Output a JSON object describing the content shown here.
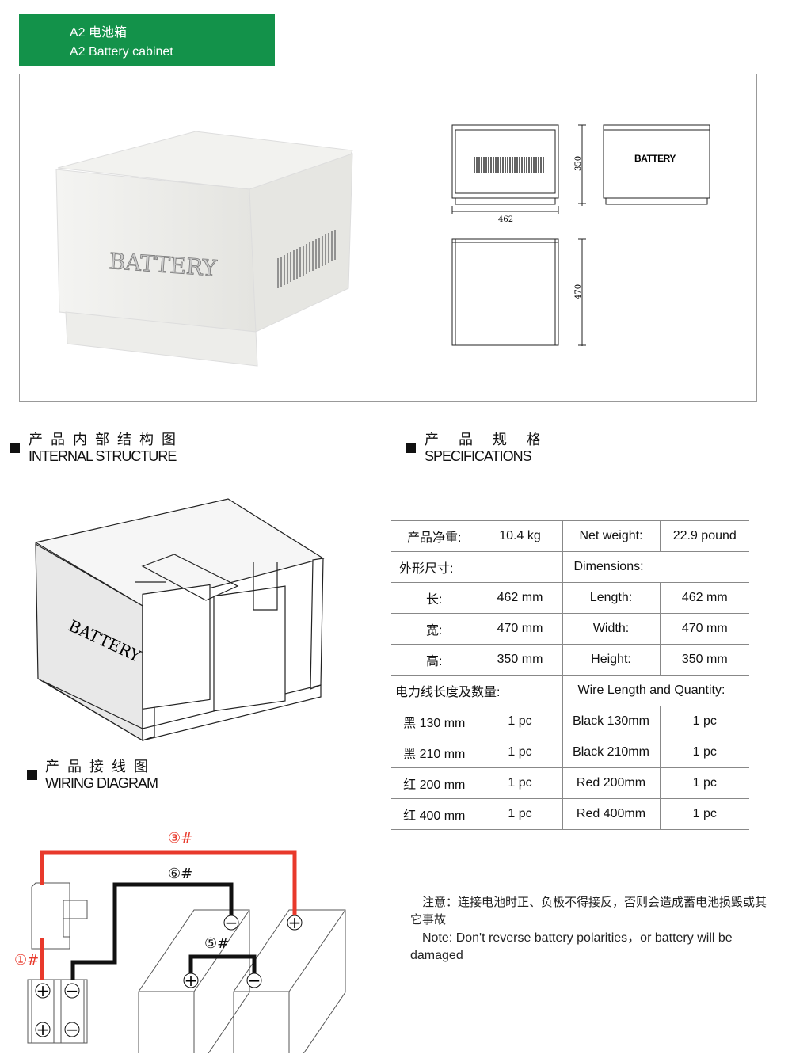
{
  "header": {
    "title_cn": "A2 电池箱",
    "title_en": "A2 Battery cabinet"
  },
  "product": {
    "logo_text": "BATTERY",
    "dims": {
      "length": "462",
      "height": "350",
      "depth": "470"
    }
  },
  "sections": {
    "internal": {
      "cn": "产品内部结构图",
      "en": "INTERNAL STRUCTURE"
    },
    "specs": {
      "cn": "产 品 规 格",
      "en": "SPECIFICATIONS"
    },
    "wiring": {
      "cn": "产品接线图",
      "en": "WIRING DIAGRAM"
    }
  },
  "spec_table": {
    "weight": [
      "产品净重:",
      "10.4 kg",
      "Net weight:",
      "22.9 pound"
    ],
    "dimensions": [
      "外形尺寸:",
      "Dimensions:"
    ],
    "dims": [
      [
        "长:",
        "462 mm",
        "Length:",
        "462 mm"
      ],
      [
        "宽:",
        "470 mm",
        "Width:",
        "470 mm"
      ],
      [
        "高:",
        "350 mm",
        "Height:",
        "350 mm"
      ]
    ],
    "wire_header": [
      "电力线长度及数量:",
      "Wire Length and Quantity:"
    ],
    "wires": [
      [
        "黑 130 mm",
        "1 pc",
        "Black 130mm",
        "1 pc"
      ],
      [
        "黑 210 mm",
        "1 pc",
        "Black 210mm",
        "1 pc"
      ],
      [
        "红 200 mm",
        "1 pc",
        "Red 200mm",
        "1 pc"
      ],
      [
        "红 400 mm",
        "1 pc",
        "Red 400mm",
        "1 pc"
      ]
    ]
  },
  "wiring_labels": {
    "w1": "①#",
    "w3": "③#",
    "w5": "⑤#",
    "w6": "⑥#"
  },
  "note": {
    "cn": "注意：连接电池时正、负极不得接反，否则会造成蓄电池损毁或其它事故",
    "en": "Note: Don't reverse battery polarities，or battery will be damaged"
  },
  "colors": {
    "brand": "#13924a",
    "red_wire": "#e8392b"
  }
}
